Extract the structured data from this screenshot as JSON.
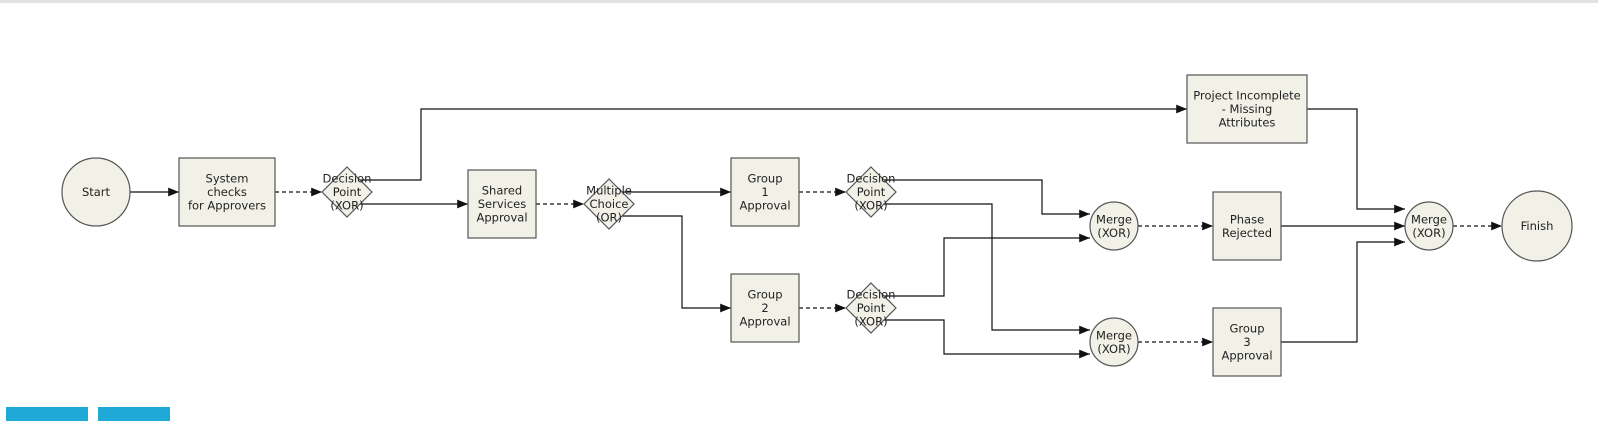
{
  "diagram": {
    "nodes": [
      {
        "id": "start",
        "shape": "circle",
        "lines": [
          "Start"
        ]
      },
      {
        "id": "system_checks",
        "shape": "rect",
        "lines": [
          "System",
          "checks",
          "for Approvers"
        ]
      },
      {
        "id": "decision1",
        "shape": "diamond",
        "lines": [
          "Decision",
          "Point",
          "(XOR)"
        ]
      },
      {
        "id": "shared_services",
        "shape": "rect",
        "lines": [
          "Shared",
          "Services",
          "Approval"
        ]
      },
      {
        "id": "multiple_choice",
        "shape": "diamond",
        "lines": [
          "Multiple",
          "Choice",
          "(OR)"
        ]
      },
      {
        "id": "group1",
        "shape": "rect",
        "lines": [
          "Group",
          "1",
          "Approval"
        ]
      },
      {
        "id": "group2",
        "shape": "rect",
        "lines": [
          "Group",
          "2",
          "Approval"
        ]
      },
      {
        "id": "decision2",
        "shape": "diamond",
        "lines": [
          "Decision",
          "Point",
          "(XOR)"
        ]
      },
      {
        "id": "decision3",
        "shape": "diamond",
        "lines": [
          "Decision",
          "Point",
          "(XOR)"
        ]
      },
      {
        "id": "project_incomplete",
        "shape": "rect",
        "lines": [
          "Project Incomplete",
          "- Missing",
          "Attributes"
        ]
      },
      {
        "id": "merge1",
        "shape": "circle",
        "lines": [
          "Merge",
          "(XOR)"
        ]
      },
      {
        "id": "merge2",
        "shape": "circle",
        "lines": [
          "Merge",
          "(XOR)"
        ]
      },
      {
        "id": "phase_rejected",
        "shape": "rect",
        "lines": [
          "Phase",
          "Rejected"
        ]
      },
      {
        "id": "group3",
        "shape": "rect",
        "lines": [
          "Group",
          "3",
          "Approval"
        ]
      },
      {
        "id": "merge_final",
        "shape": "circle",
        "lines": [
          "Merge",
          "(XOR)"
        ]
      },
      {
        "id": "finish",
        "shape": "circle",
        "lines": [
          "Finish"
        ]
      }
    ],
    "edges": [
      {
        "from": "start",
        "to": "system_checks",
        "style": "solid"
      },
      {
        "from": "system_checks",
        "to": "decision1",
        "style": "dashed"
      },
      {
        "from": "decision1",
        "to": "project_incomplete",
        "style": "solid"
      },
      {
        "from": "decision1",
        "to": "shared_services",
        "style": "solid"
      },
      {
        "from": "shared_services",
        "to": "multiple_choice",
        "style": "dashed"
      },
      {
        "from": "multiple_choice",
        "to": "group1",
        "style": "solid"
      },
      {
        "from": "multiple_choice",
        "to": "group2",
        "style": "solid"
      },
      {
        "from": "group1",
        "to": "decision2",
        "style": "dashed"
      },
      {
        "from": "group2",
        "to": "decision3",
        "style": "dashed"
      },
      {
        "from": "decision2",
        "to": "merge1",
        "style": "solid"
      },
      {
        "from": "decision2",
        "to": "merge2",
        "style": "solid"
      },
      {
        "from": "decision3",
        "to": "merge1",
        "style": "solid"
      },
      {
        "from": "decision3",
        "to": "merge2",
        "style": "solid"
      },
      {
        "from": "merge1",
        "to": "phase_rejected",
        "style": "dashed"
      },
      {
        "from": "merge2",
        "to": "group3",
        "style": "dashed"
      },
      {
        "from": "project_incomplete",
        "to": "merge_final",
        "style": "solid"
      },
      {
        "from": "phase_rejected",
        "to": "merge_final",
        "style": "solid"
      },
      {
        "from": "group3",
        "to": "merge_final",
        "style": "solid"
      },
      {
        "from": "merge_final",
        "to": "finish",
        "style": "dashed"
      }
    ]
  },
  "colors": {
    "node_fill": "#f2f1e8",
    "node_stroke": "#555555",
    "edge": "#111111",
    "button": "#1ea9d6"
  }
}
